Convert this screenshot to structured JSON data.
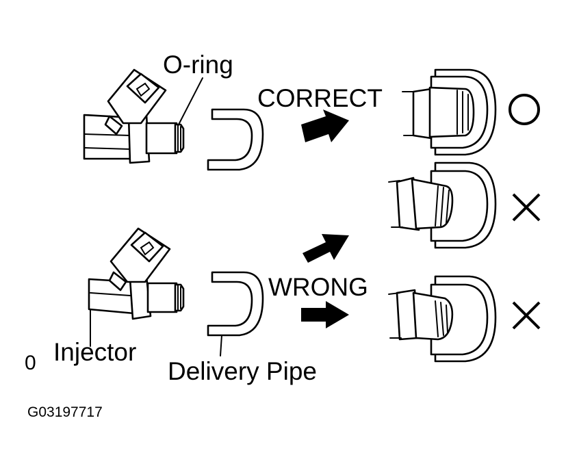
{
  "labels": {
    "o_ring": "O-ring",
    "correct": "CORRECT",
    "wrong": "WRONG",
    "injector": "Injector",
    "delivery_pipe": "Delivery Pipe",
    "stray_mark": "0",
    "figure_code": "G03197717"
  },
  "marks": {
    "correct_symbol": "circle",
    "wrong_symbol": "cross"
  }
}
